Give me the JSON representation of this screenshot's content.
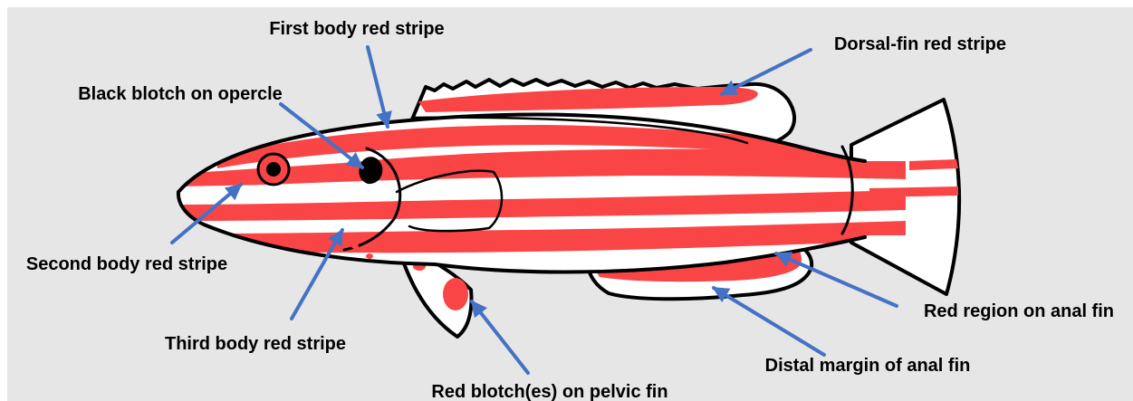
{
  "colors": {
    "background": "#e6e6e6",
    "stripe_red": "#f94545",
    "body_white": "#ffffff",
    "outline": "#000000",
    "arrow_blue": "#4472c4",
    "label_text": "#000000"
  },
  "labels": {
    "first_body_red_stripe": "First body red stripe",
    "dorsal_fin_red_stripe": "Dorsal-fin red stripe",
    "black_blotch_on_opercle": "Black blotch on opercle",
    "second_body_red_stripe": "Second body red stripe",
    "third_body_red_stripe": "Third body red stripe",
    "red_region_on_anal_fin": "Red region on anal fin",
    "distal_margin_of_anal_fin": "Distal margin of anal fin",
    "red_blotches_on_pelvic_fin": "Red blotch(es) on pelvic fin"
  }
}
